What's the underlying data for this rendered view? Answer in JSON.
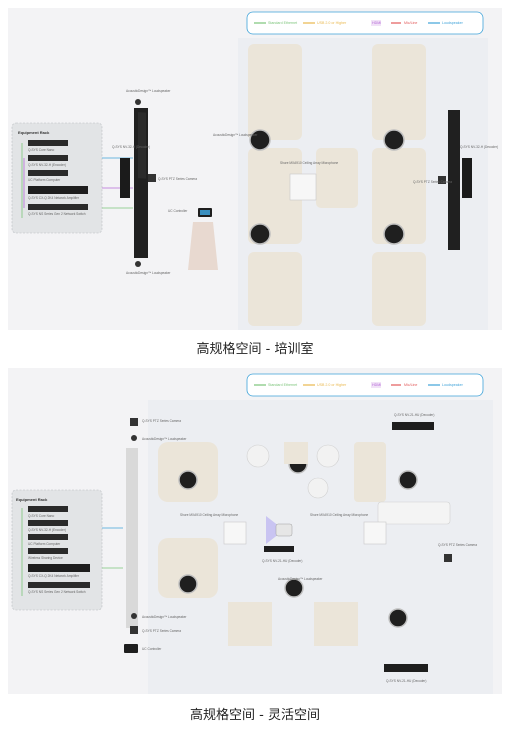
{
  "legend": {
    "items": [
      {
        "label": "Standard Ethernet",
        "color": "#7cc47a"
      },
      {
        "label": "USB 2.0 or Higher",
        "color": "#e9b84e"
      },
      {
        "label": "HDMI",
        "color": "#b56ad8"
      },
      {
        "label": "Mic/Line",
        "color": "#e25a5a"
      },
      {
        "label": "Loudspeaker",
        "color": "#3fa3d9"
      }
    ]
  },
  "diagram1": {
    "caption": "高规格空间 - 培训室",
    "rack": {
      "title": "Equipment Rack",
      "items": [
        "Q-SYS Core Nano",
        "Q-SYS NV-32-H (Encoder)",
        "UC Platform Computer",
        "Q-SYS CX-Q 2K4 Network Amplifier",
        "Q-SYS NS Series Gen 2 Network Switch"
      ]
    },
    "labels": {
      "loudspeaker_top": "AcousticDesign™ Loudspeaker",
      "loudspeaker_bottom": "AcousticDesign™ Loudspeaker",
      "nv_left": "Q-SYS NV-32-H (Decoder)",
      "camera_left": "Q-SYS PTZ Series Camera",
      "uc_controller": "UC Controller",
      "ceiling_speaker": "AcousticDesign™ Loudspeaker",
      "ceiling_mic": "Shure MXA910 Ceiling Array Microphone",
      "camera_right": "Q-SYS PTZ Series Camera",
      "nv_right": "Q-SYS NV-32-H (Decoder)"
    }
  },
  "diagram2": {
    "caption": "高规格空间 - 灵活空间",
    "rack": {
      "title": "Equipment Rack",
      "items": [
        "Q-SYS Core Nano",
        "Q-SYS NV-32-H (Encoder)",
        "UC Platform Computer",
        "Wireless Sharing Device",
        "Q-SYS CX-Q 2K4 Network Amplifier",
        "Q-SYS NS Series Gen 2 Network Switch"
      ]
    },
    "labels": {
      "camera_top": "Q-SYS PTZ Series Camera",
      "speaker_top": "AcousticDesign™ Loudspeaker",
      "nv_top": "Q-SYS NV-21-HU (Decoder)",
      "mic_left": "Shure MXA910 Ceiling Array Microphone",
      "mic_right": "Shure MXA910 Ceiling Array Microphone",
      "nv_mid": "Q-SYS NV-21-HU (Decoder)",
      "camera_right": "Q-SYS PTZ Series Camera",
      "ceiling_speaker": "AcousticDesign™ Loudspeaker",
      "speaker_bottom": "AcousticDesign™ Loudspeaker",
      "camera_bottom": "Q-SYS PTZ Series Camera",
      "uc_controller": "UC Controller",
      "nv_bottom": "Q-SYS NV-21-HU (Decoder)"
    }
  }
}
